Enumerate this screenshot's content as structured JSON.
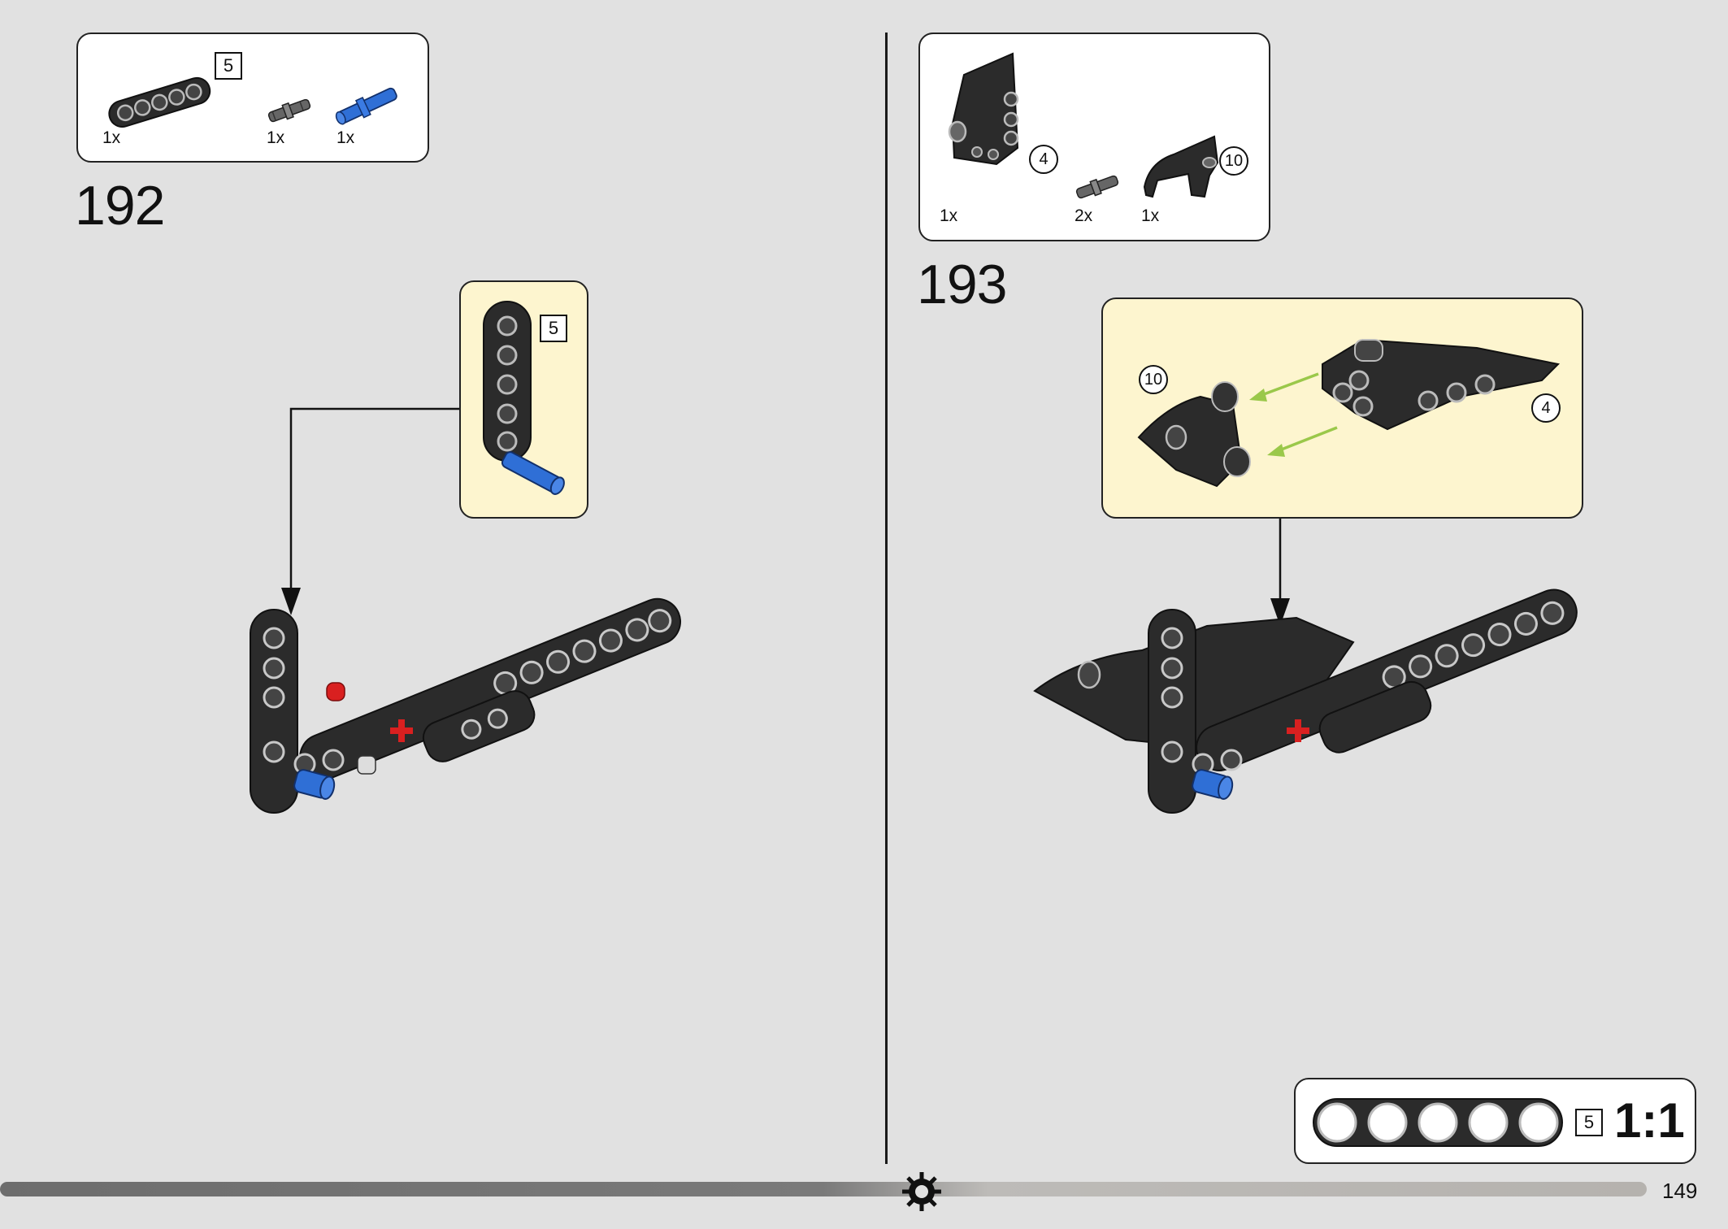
{
  "left_step": {
    "number": "192",
    "parts": [
      {
        "icon": "beam-5-icon",
        "qty": "1x",
        "length_label": "5"
      },
      {
        "icon": "gray-pin-icon",
        "qty": "1x"
      },
      {
        "icon": "blue-axle-pin-icon",
        "qty": "1x"
      }
    ],
    "callout_length_label": "5"
  },
  "right_step": {
    "number": "193",
    "parts": [
      {
        "icon": "panel-4-icon",
        "qty": "1x",
        "label": "4"
      },
      {
        "icon": "gray-pin-icon",
        "qty": "2x"
      },
      {
        "icon": "panel-10-icon",
        "qty": "1x",
        "label": "10"
      }
    ],
    "callout_labels": [
      "10",
      "4"
    ]
  },
  "scale_ruler": {
    "length_label": "5",
    "ratio": "1:1"
  },
  "page_number": "149",
  "colors": {
    "background": "#e1e1e1",
    "callout": "#fdf5cf",
    "part_black": "#2b2b2b",
    "part_blue": "#2f6fd6",
    "part_red": "#d92020",
    "assembly_arrow": "#9ac84a"
  }
}
